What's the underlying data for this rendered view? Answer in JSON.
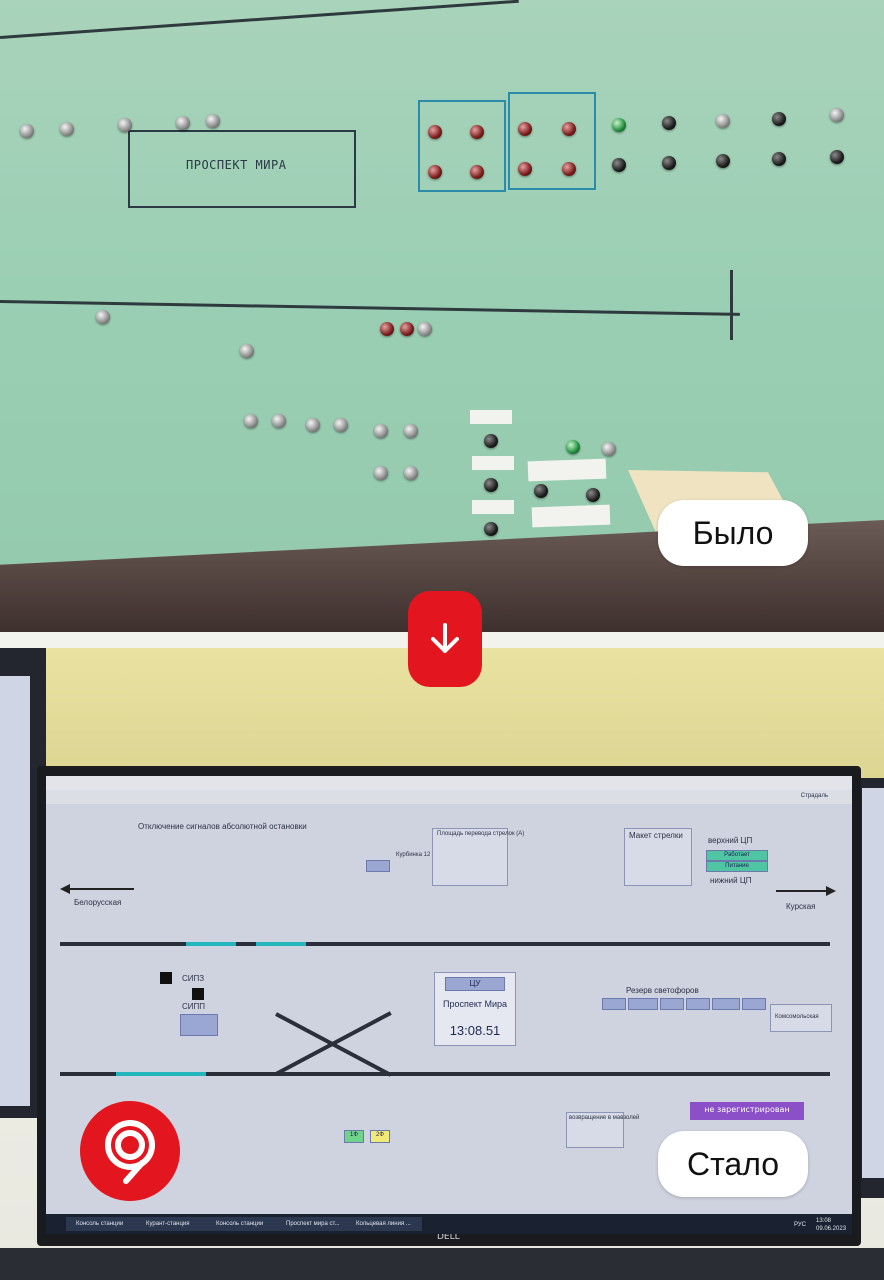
{
  "labels": {
    "before": "Было",
    "after": "Стало",
    "station_name_panel": "ПРОСПЕКТ МИРА"
  },
  "screen": {
    "right_title": "Страдаль",
    "disconnect_title": "Отключение сигналов абсолютной остановки",
    "left_direction": "Белорусская",
    "right_direction": "Курская",
    "upper_cp": "верхний ЦП",
    "lower_cp": "нижний ЦП",
    "working": "Работает",
    "pitanie": "Питание",
    "switch_mock": "Макет стрелки",
    "cu": "ЦУ",
    "station": "Проспект Мира",
    "time": "13:08.51",
    "reserve": "Резерв светофоров",
    "komsomol": "Комсомольская",
    "not_registered": "не зарегистрирован",
    "sipz": "СИПЗ",
    "sipp": "СИПП",
    "f1": "1Ф",
    "f2": "2Ф",
    "train_return": "возвращение в мавзолей",
    "kurbinka": "Курбинка 12",
    "ploschad": "Площадь перевода стрелок (А)"
  },
  "taskbar": {
    "items": [
      "Консоль станции",
      "Курант-станция",
      "Консоль станции",
      "Проспект мира ст...",
      "Кольцевая линия ..."
    ],
    "time": "13:08",
    "date": "09.06.2023",
    "lang": "РУС"
  },
  "monitor_brand": "DELL",
  "colors": {
    "brand_red": "#e3151e",
    "panel_green": "#9bcfb4",
    "screen_bg": "#cfd2df",
    "track_cyan": "#23b7bd",
    "button_blue": "#9aa7d3",
    "register_purple": "#8b4fc7"
  },
  "icons": [
    "arrow-down-icon",
    "metro-logo-icon"
  ]
}
